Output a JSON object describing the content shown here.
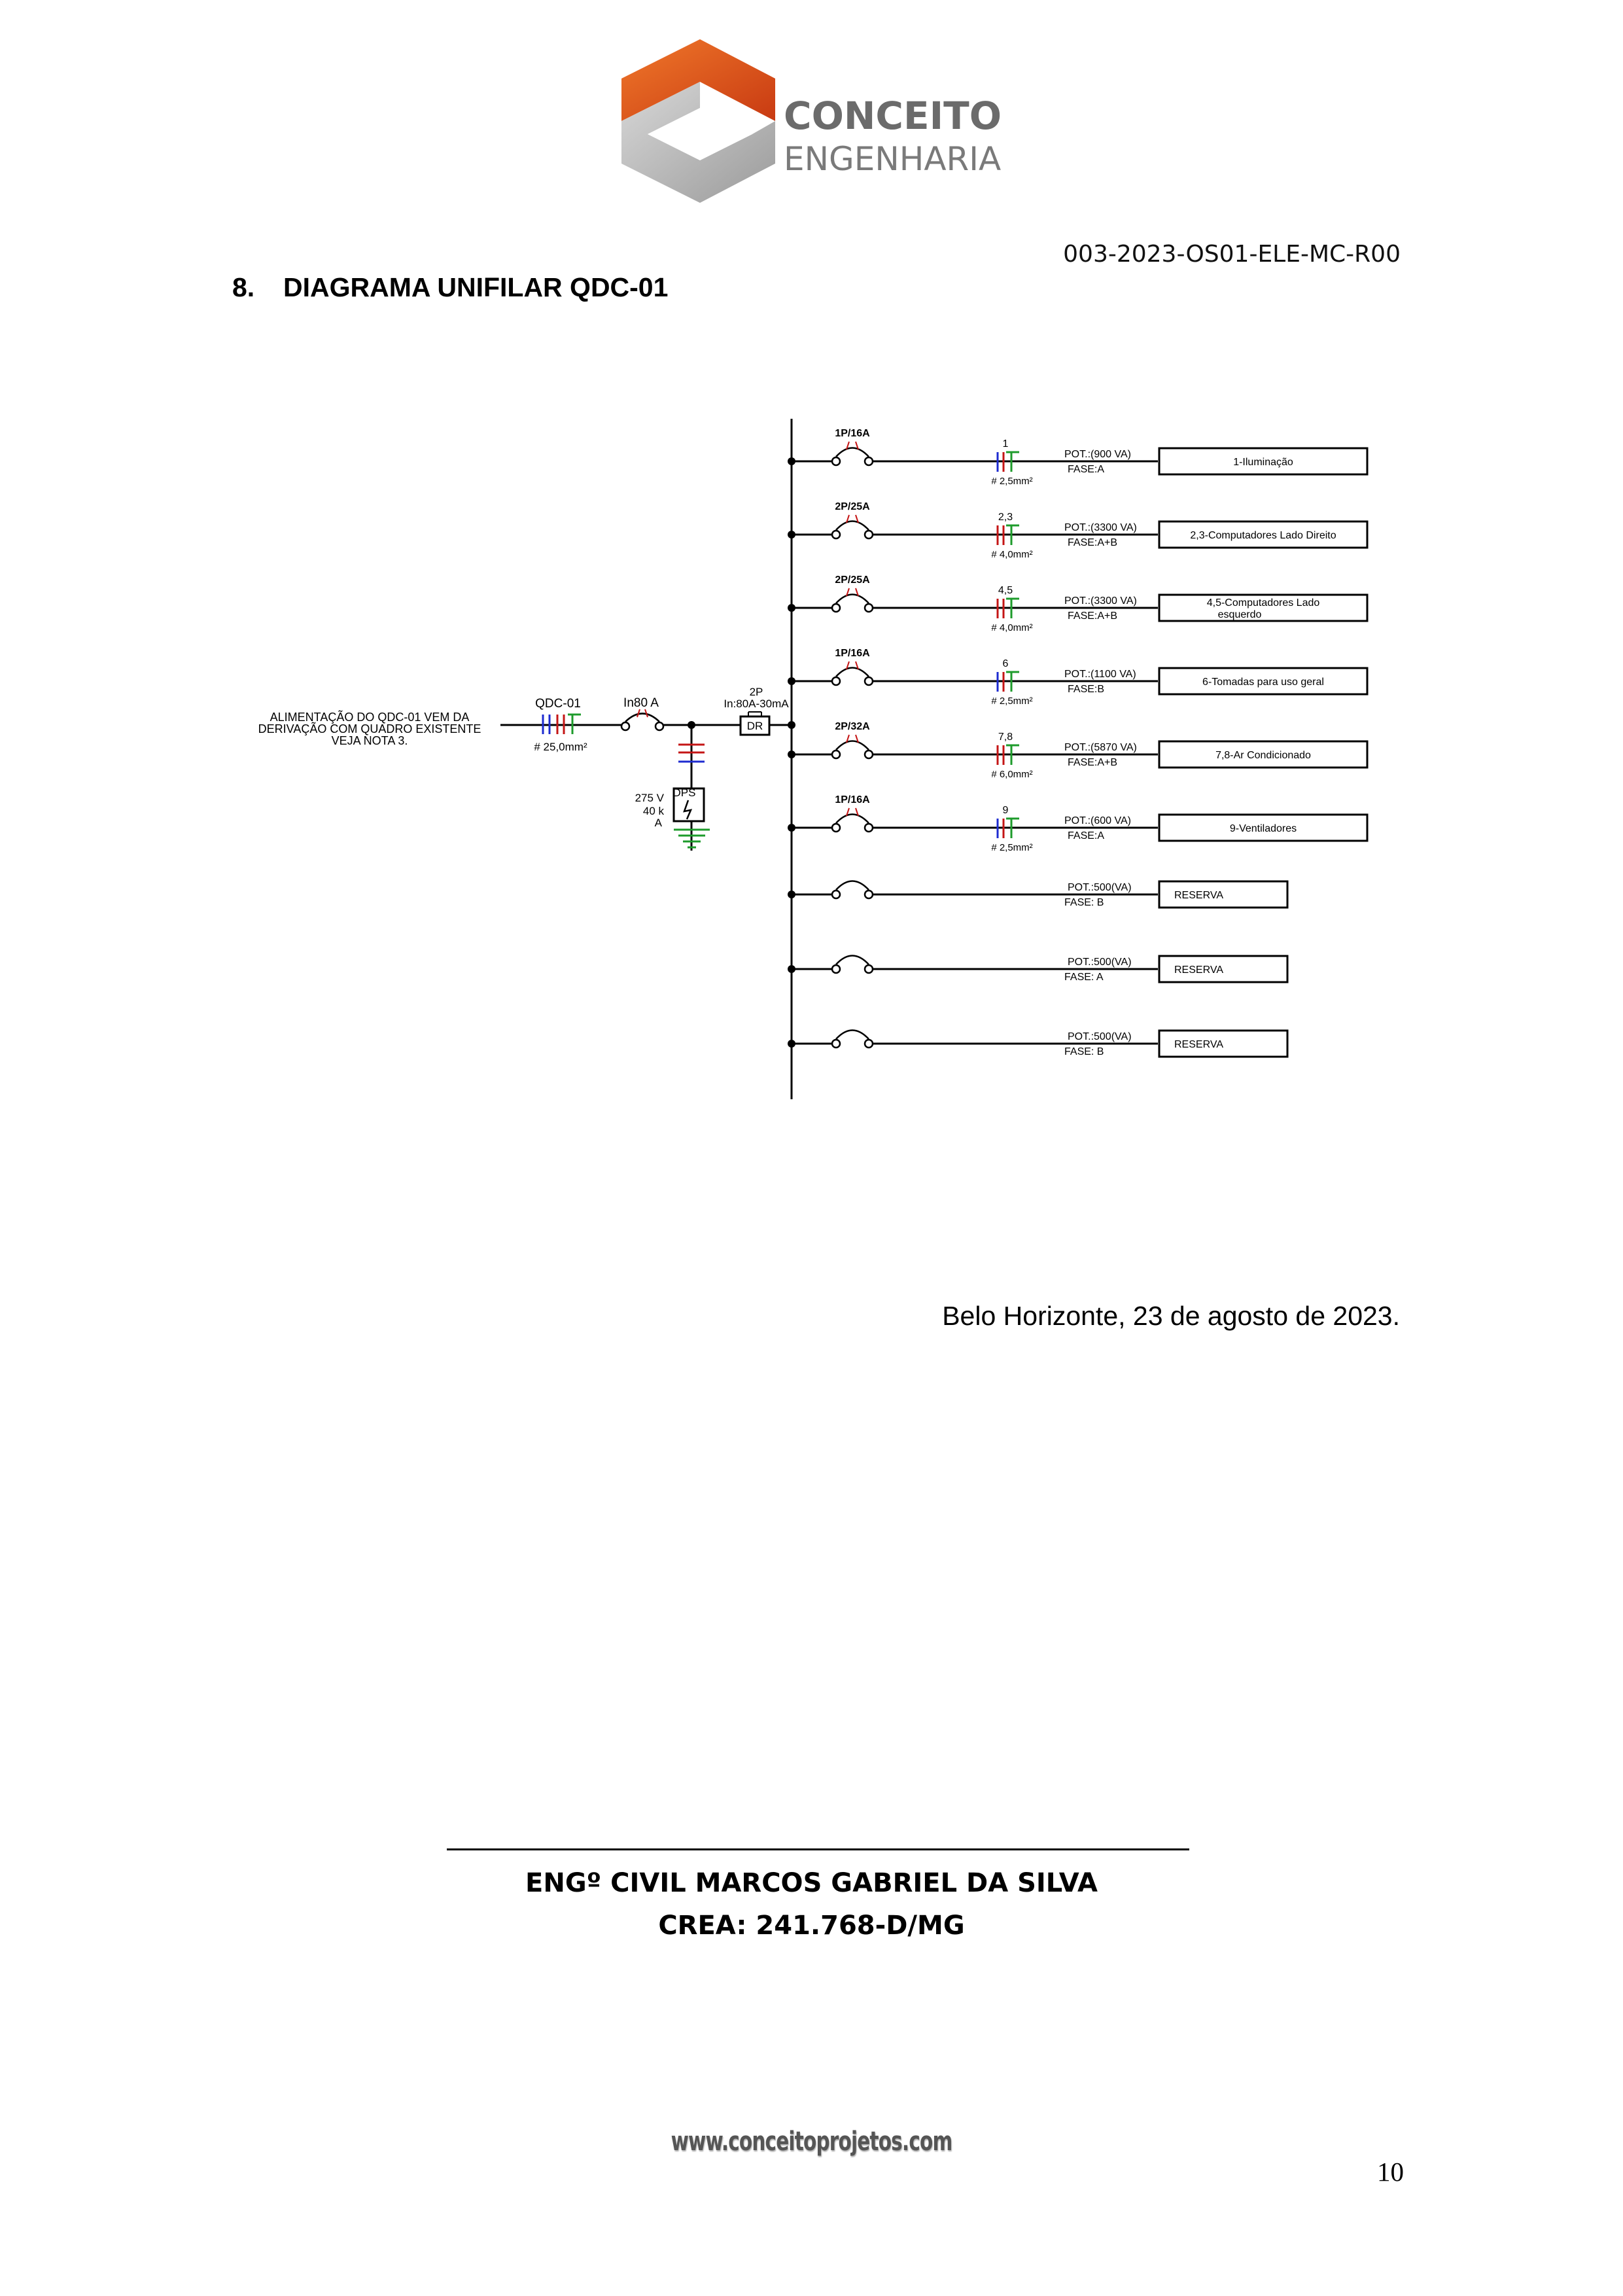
{
  "logo": {
    "line1": "CONCEITO",
    "line2": "ENGENHARIA"
  },
  "doc_code": "003-2023-OS01-ELE-MC-R00",
  "section": {
    "number": "8.",
    "title": "DIAGRAMA UNIFILAR QDC-01"
  },
  "diagram": {
    "feed_note": [
      "ALIMENTAÇÃO DO QDC-01 VEM DA",
      "DERIVAÇÃO COM QUADRO EXISTENTE",
      "VEJA NOTA 3."
    ],
    "feeder": {
      "label": "QDC-01",
      "cable": "# 25,0mm²"
    },
    "main_breaker": "In80 A",
    "dr": {
      "label": "DR",
      "poles": "2P",
      "rating": "In:80A-30mA"
    },
    "dps": {
      "label": "DPS",
      "voltage": "275 V",
      "current_line1": "40 k",
      "current_line2": "A"
    },
    "circuits": [
      {
        "breaker": "1P/16A",
        "id": "1",
        "cable": "# 2,5mm²",
        "pot": "POT.:(900 VA)",
        "fase": "FASE:A",
        "desc": "1-Iluminação",
        "desc2": ""
      },
      {
        "breaker": "2P/25A",
        "id": "2,3",
        "cable": "# 4,0mm²",
        "pot": "POT.:(3300 VA)",
        "fase": "FASE:A+B",
        "desc": "2,3-Computadores Lado Direito",
        "desc2": ""
      },
      {
        "breaker": "2P/25A",
        "id": "4,5",
        "cable": "# 4,0mm²",
        "pot": "POT.:(3300 VA)",
        "fase": "FASE:A+B",
        "desc": "4,5-Computadores Lado",
        "desc2": "esquerdo"
      },
      {
        "breaker": "1P/16A",
        "id": "6",
        "cable": "# 2,5mm²",
        "pot": "POT.:(1100 VA)",
        "fase": "FASE:B",
        "desc": "6-Tomadas para uso geral",
        "desc2": ""
      },
      {
        "breaker": "2P/32A",
        "id": "7,8",
        "cable": "# 6,0mm²",
        "pot": "POT.:(5870 VA)",
        "fase": "FASE:A+B",
        "desc": "7,8-Ar Condicionado",
        "desc2": ""
      },
      {
        "breaker": "1P/16A",
        "id": "9",
        "cable": "# 2,5mm²",
        "pot": "POT.:(600 VA)",
        "fase": "FASE:A",
        "desc": "9-Ventiladores",
        "desc2": ""
      }
    ],
    "reserves": [
      {
        "pot": "POT.:500(VA)",
        "fase": "FASE: B",
        "desc": "RESERVA"
      },
      {
        "pot": "POT.:500(VA)",
        "fase": "FASE: A",
        "desc": "RESERVA"
      },
      {
        "pot": "POT.:500(VA)",
        "fase": "FASE: B",
        "desc": "RESERVA"
      }
    ]
  },
  "place_date": "Belo Horizonte, 23 de agosto de 2023.",
  "signer": {
    "name": "ENGº CIVIL MARCOS GABRIEL DA SILVA",
    "crea": "CREA: 241.768-D/MG"
  },
  "website": "www.conceitoprojetos.com",
  "page_number": "10"
}
